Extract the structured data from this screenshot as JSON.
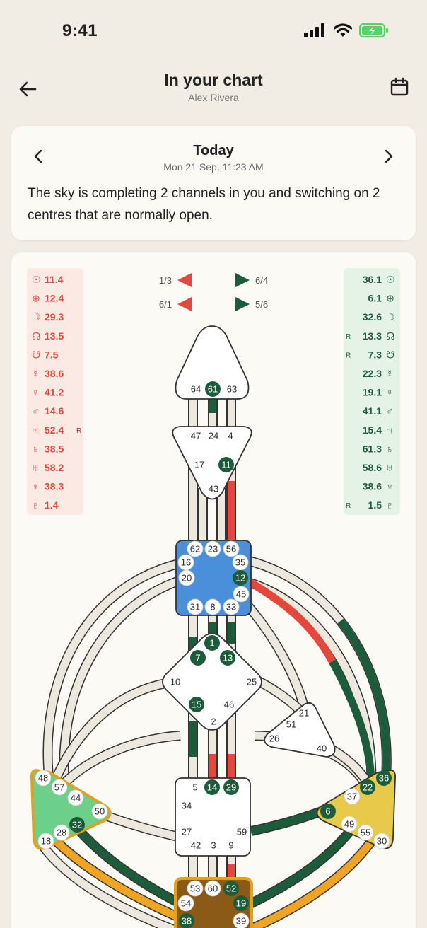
{
  "status_bar": {
    "time": "9:41"
  },
  "header": {
    "title": "In your chart",
    "subtitle": "Alex Rivera"
  },
  "transit_card": {
    "day": "Today",
    "date": "Mon 21 Sep, 11:23 AM",
    "message": "The sky is completing 2 channels in you and switching on 2 centres that are normally open."
  },
  "profiles": {
    "left": [
      "1/3",
      "6/1"
    ],
    "right": [
      "6/4",
      "5/6"
    ]
  },
  "design_planets": [
    {
      "symbol": "☉",
      "value": "11.4",
      "retro": ""
    },
    {
      "symbol": "⊕",
      "value": "12.4",
      "retro": ""
    },
    {
      "symbol": "☽",
      "value": "29.3",
      "retro": ""
    },
    {
      "symbol": "☊",
      "value": "13.5",
      "retro": ""
    },
    {
      "symbol": "☋",
      "value": "7.5",
      "retro": ""
    },
    {
      "symbol": "☿",
      "value": "38.6",
      "retro": ""
    },
    {
      "symbol": "♀",
      "value": "41.2",
      "retro": ""
    },
    {
      "symbol": "♂",
      "value": "14.6",
      "retro": ""
    },
    {
      "symbol": "♃",
      "value": "52.4",
      "retro": "R"
    },
    {
      "symbol": "♄",
      "value": "38.5",
      "retro": ""
    },
    {
      "symbol": "♅",
      "value": "58.2",
      "retro": ""
    },
    {
      "symbol": "♆",
      "value": "38.3",
      "retro": ""
    },
    {
      "symbol": "♇",
      "value": "1.4",
      "retro": ""
    }
  ],
  "personality_planets": [
    {
      "symbol": "☉",
      "value": "36.1",
      "retro": ""
    },
    {
      "symbol": "⊕",
      "value": "6.1",
      "retro": ""
    },
    {
      "symbol": "☽",
      "value": "32.6",
      "retro": ""
    },
    {
      "symbol": "☊",
      "value": "13.3",
      "retro": "R"
    },
    {
      "symbol": "☋",
      "value": "7.3",
      "retro": "R"
    },
    {
      "symbol": "☿",
      "value": "22.3",
      "retro": ""
    },
    {
      "symbol": "♀",
      "value": "19.1",
      "retro": ""
    },
    {
      "symbol": "♂",
      "value": "41.1",
      "retro": ""
    },
    {
      "symbol": "♃",
      "value": "15.4",
      "retro": ""
    },
    {
      "symbol": "♄",
      "value": "61.3",
      "retro": ""
    },
    {
      "symbol": "♅",
      "value": "58.6",
      "retro": ""
    },
    {
      "symbol": "♆",
      "value": "38.6",
      "retro": ""
    },
    {
      "symbol": "♇",
      "value": "1.5",
      "retro": "R"
    }
  ],
  "gates": {
    "head": [
      "64",
      "61",
      "63"
    ],
    "ajna": [
      "47",
      "24",
      "4",
      "17",
      "11",
      "43"
    ],
    "throat": [
      "62",
      "23",
      "56",
      "16",
      "35",
      "20",
      "12",
      "45",
      "31",
      "8",
      "33"
    ],
    "g": [
      "1",
      "7",
      "13",
      "10",
      "25",
      "15",
      "46",
      "2"
    ],
    "ego": [
      "21",
      "51",
      "26",
      "40"
    ],
    "sacral": [
      "5",
      "14",
      "29",
      "34",
      "27",
      "59",
      "42",
      "3",
      "9"
    ],
    "spleen": [
      "48",
      "57",
      "44",
      "50",
      "32",
      "28",
      "18"
    ],
    "solar": [
      "36",
      "22",
      "37",
      "6",
      "49",
      "55",
      "30"
    ],
    "root": [
      "53",
      "60",
      "52",
      "54",
      "19",
      "38",
      "39"
    ]
  },
  "colors": {
    "design": "#e4473b",
    "personality": "#1c5c3a",
    "throat": "#4a8fd9",
    "spleen": "#6ccf8a",
    "solar": "#e8c94a",
    "root": "#8b5a16",
    "channel": "#ece8de",
    "orange": "#f0a423"
  }
}
